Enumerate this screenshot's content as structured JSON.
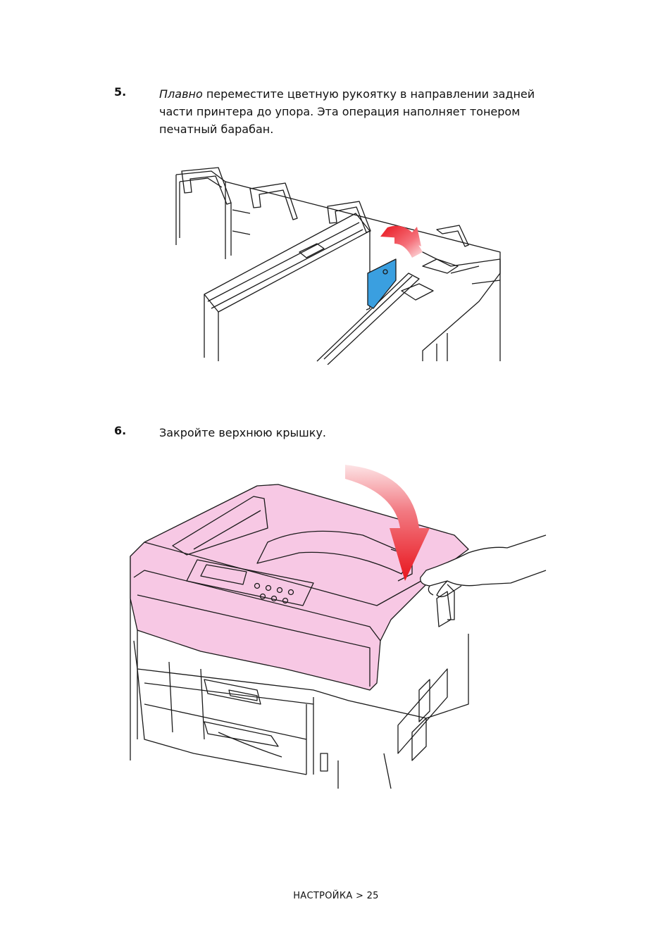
{
  "steps": [
    {
      "number": "5.",
      "emphasis": "Плавно",
      "text": " переместите цветную рукоятку в направлении задней части принтера до упора. Эта операция наполняет тонером печатный барабан."
    },
    {
      "number": "6.",
      "text": "Закройте верхнюю крышку."
    }
  ],
  "footer": {
    "section": "НАСТРОЙКА",
    "separator": " > ",
    "page": "25"
  },
  "colors": {
    "handle": "#3a9fe0",
    "arrow": "#e8141c",
    "cover": "#f7c8e4",
    "line": "#1a1a1a"
  }
}
